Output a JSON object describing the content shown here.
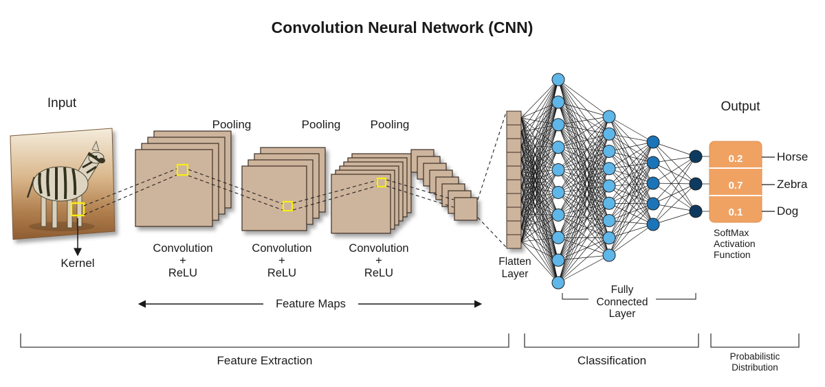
{
  "title": "Convolution  Neural  Network (CNN)",
  "labels": {
    "input": "Input",
    "kernel": "Kernel",
    "pooling": [
      "Pooling",
      "Pooling",
      "Pooling"
    ],
    "conv_relu": [
      "Convolution",
      "+",
      "ReLU"
    ],
    "flatten": [
      "Flatten",
      "Layer"
    ],
    "feature_maps": "Feature  Maps",
    "fully_connected": [
      "Fully",
      "Connected",
      "Layer"
    ],
    "output": "Output",
    "softmax": [
      "SoftMax",
      "Activation",
      "Function"
    ]
  },
  "sections": {
    "feature_extraction": "Feature Extraction",
    "classification": "Classification",
    "probabilistic": [
      "Probabilistic",
      "Distribution"
    ]
  },
  "predictions": [
    {
      "prob": "0.2",
      "class": "Horse"
    },
    {
      "prob": "0.7",
      "class": "Zebra"
    },
    {
      "prob": "0.1",
      "class": "Dog"
    }
  ],
  "feature_stacks": {
    "maps": [
      4,
      4,
      6,
      8
    ]
  },
  "network": {
    "flatten_cells": 10,
    "layer_sizes": [
      10,
      9,
      5,
      3
    ],
    "layer_colors": [
      "#5fb6e8",
      "#5fb6e8",
      "#1b74b8",
      "#0e3a5f"
    ]
  },
  "colors": {
    "feature_map_fill": "#cdb49c",
    "feature_map_stroke": "#3a2f26",
    "kernel_highlight": "#f9ee12",
    "output_box_fill": "#f0a263",
    "divider": "#ffffff",
    "node_stroke": "#1f1f1f",
    "connection_line": "#141414"
  }
}
